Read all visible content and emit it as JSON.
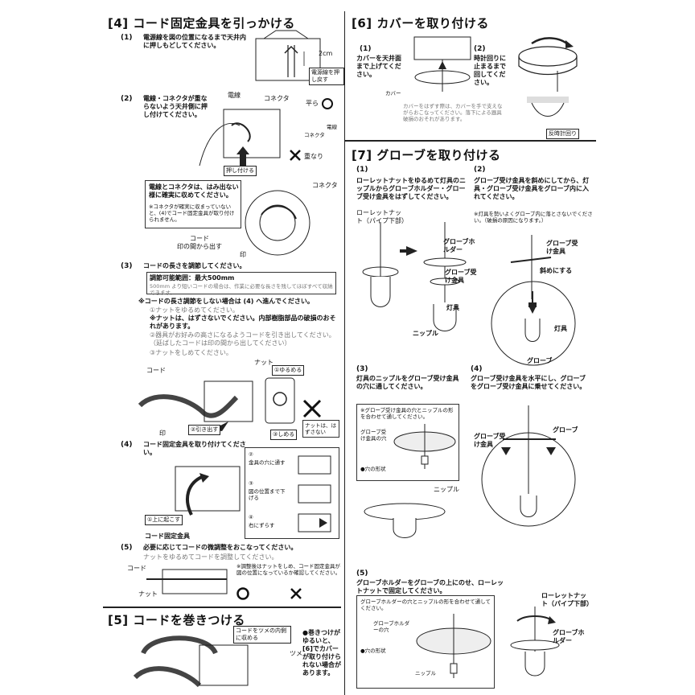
{
  "sec4": {
    "title": "[4] コード固定金具を引っかける",
    "s1_num": "(1)",
    "s1_text": "電源線を図の位置になるまで天井内に押しもどしてください。",
    "s1_tag": "電源線を押し戻す",
    "s1_dim": "2cm",
    "s2_num": "(2)",
    "s2_text": "電線・コネクタが重ならないよう天井側に押し付けてください。",
    "s2_label_wire": "電線",
    "s2_label_connector": "コネクタ",
    "s2_label_flat": "平ら",
    "s2_label_connector2": "コネクタ",
    "s2_label_wire2": "電線",
    "s2_label_overlap": "重なり",
    "s2_push": "押し付ける",
    "s2_box_text": "電線とコネクタは、はみ出ない様に確実に収めてください。",
    "s2_box_note": "※コネクタが確実に収まっていないと、(4)でコード固定金具が取り付けられません。",
    "s2_box_connector": "コネクタ",
    "s2_cord": "コード",
    "s2_cord_from": "印の間から出す",
    "s2_mark": "印",
    "s3_num": "(3)",
    "s3_text": "コードの長さを調節してください。",
    "s3_range": "調節可能範囲：最大500mm",
    "s3_range_note": "500mm より短いコードの場合は、作業に必要な長さを残してほぼすべて収納できます。",
    "s3_note_head": "※コードの長さ調節をしない場合は (4) へ進んでください。",
    "s3_step1": "①ナットをゆるめてください。",
    "s3_step_warn": "※ナットは、はずさないでください。内部樹脂部品の破損のおそれがあります。",
    "s3_step2": "②器具がお好みの高さになるようコードを引き出してください。（延ばしたコードは印の間から出してください）",
    "s3_step3": "③ナットをしめてください。",
    "s3_cord": "コード",
    "s3_nut": "ナット",
    "s3_loosen": "①ゆるめる",
    "s3_pull": "②引き出す",
    "s3_tighten": "③しめる",
    "s3_mark": "印",
    "s3_nut_warn": "ナットは、はずさない",
    "s4_num": "(4)",
    "s4_text": "コード固定金具を取り付けてください。",
    "s4_a": "②",
    "s4_a_text": "金具の穴に通す",
    "s4_b": "③",
    "s4_b_text": "図の位置まで下げる",
    "s4_c": "④",
    "s4_c_text": "右にずらす",
    "s4_raise": "①上に起こす",
    "s4_bracket": "コード固定金具",
    "s5_num": "(5)",
    "s5_text": "必要に応じてコードの微調整をおこなってください。",
    "s5_sub": "ナットをゆるめてコードを調整してください。",
    "s5_cord": "コード",
    "s5_nut": "ナット",
    "s5_note": "※調整後はナットをしめ、コード固定金具が図の位置になっているか確認してください。"
  },
  "sec5": {
    "title": "[5] コードを巻きつける",
    "tag": "コードをツメの内側に収める",
    "claw": "ツメ",
    "note": "●巻きつけがゆるいと、[6]でカバーが取り付けられない場合があります。"
  },
  "sec6": {
    "title": "[6] カバーを取り付ける",
    "s1_num": "(1)",
    "s1_text": "カバーを天井面まで上げてください。",
    "s1_cover": "カバー",
    "s2_num": "(2)",
    "s2_text": "時計回りに止まるまで回してください。",
    "note": "カバーをはずす際は、カバーを手で支えながらおこなってください。落下による器具破損のおそれがあります。",
    "ccw": "反時計回り"
  },
  "sec7": {
    "title": "[7] グローブを取り付ける",
    "s1_num": "(1)",
    "s1_text": "ローレットナットをゆるめて灯具のニップルからグローブホルダー・グローブ受け金具をはずしてください。",
    "s1_knurl": "ローレットナット（パイプ下部）",
    "s1_holder": "グローブホルダー",
    "s1_receiver": "グローブ受け金具",
    "s1_lamp": "灯具",
    "s1_nipple": "ニップル",
    "s2_num": "(2)",
    "s2_text": "グローブ受け金具を斜めにしてから、灯具・グローブ受け金具をグローブ内に入れてください。",
    "s2_note": "※灯具を勢いよくグローブ内に落とさないでください。（破損の原因になります。）",
    "s2_receiver": "グローブ受け金具",
    "s2_tilt": "斜めにする",
    "s2_lamp": "灯具",
    "s2_globe": "グローブ",
    "s3_num": "(3)",
    "s3_text": "灯具のニップルをグローブ受け金具の穴に通してください。",
    "s3_note": "※グローブ受け金具の穴とニップルの形を合わせて通してください。",
    "s3_hole": "グローブ受け金具の穴",
    "s3_shape": "●穴の形状",
    "s3_nipple": "ニップル",
    "s4_num": "(4)",
    "s4_text": "グローブ受け金具を水平にし、グローブをグローブ受け金具に乗せてください。",
    "s4_receiver": "グローブ受け金具",
    "s4_globe": "グローブ",
    "s5_num": "(5)",
    "s5_text": "グローブホルダーをグローブの上にのせ、ローレットナットで固定してください。",
    "s5_note": "グローブホルダーの穴とニップルの形を合わせて通してください。",
    "s5_hole": "グローブホルダーの穴",
    "s5_shape": "●穴の形状",
    "s5_nipple": "ニップル",
    "s5_knurl": "ローレットナット（パイプ下部）",
    "s5_holder": "グローブホルダー"
  }
}
